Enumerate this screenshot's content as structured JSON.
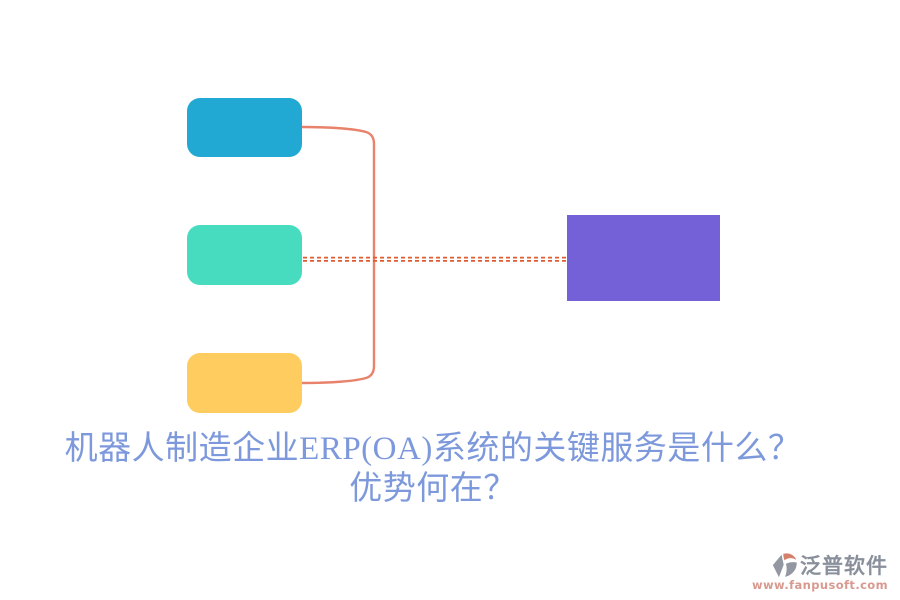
{
  "title": {
    "line1": "机器人制造企业ERP(OA)系统的关键服务是什么？",
    "line2": "优势何在？"
  },
  "diagram": {
    "nodes": [
      {
        "name": "step-1",
        "color": "#21A9D4"
      },
      {
        "name": "step-2",
        "color": "#47DCC0"
      },
      {
        "name": "step-3",
        "color": "#FECC5F"
      },
      {
        "name": "result",
        "color": "#7561D7"
      }
    ],
    "connector_color": "#E8826B",
    "dashed_connector_color": "#DF5B30"
  },
  "footer": {
    "brand_name": "泛普软件",
    "brand_url": "www.fanpusoft.com"
  },
  "colors": {
    "title-color": "#7D99DC",
    "brand-name-color": "#8A909B",
    "brand-url-color": "#D8998F",
    "logo-gray": "#9297A1",
    "logo-coral": "#D3816C"
  }
}
